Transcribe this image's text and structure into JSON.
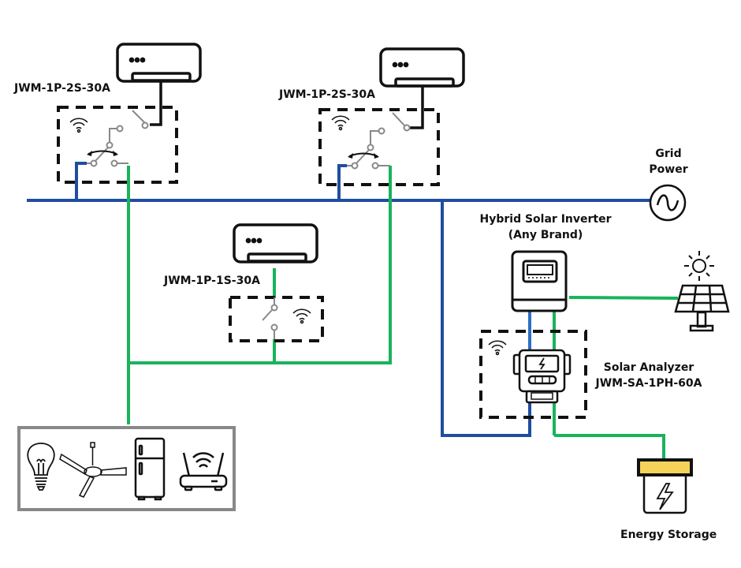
{
  "labels": {
    "switch_left": "JWM-1P-2S-30A",
    "switch_right": "JWM-1P-2S-30A",
    "switch_single": "JWM-1P-1S-30A",
    "grid_line1": "Grid",
    "grid_line2": "Power",
    "inverter_line1": "Hybrid Solar Inverter",
    "inverter_line2": "(Any Brand)",
    "analyzer_line1": "Solar Analyzer",
    "analyzer_line2": "JWM-SA-1PH-60A",
    "storage": "Energy Storage"
  },
  "icons": {
    "ac_units": [
      "air-conditioner",
      "air-conditioner",
      "air-conditioner"
    ],
    "loads": [
      "light-bulb",
      "ceiling-fan",
      "refrigerator",
      "wifi-router"
    ],
    "grid": "ac-sine-source",
    "solar": [
      "sun",
      "solar-panel"
    ],
    "meter": "energy-meter",
    "battery": "battery-bolt"
  },
  "colors": {
    "grid_line": "#1f4e9f",
    "load_line": "#19b35c",
    "switch_gray": "#888888",
    "battery_top": "#f5d35a",
    "loads_border": "#888888"
  }
}
